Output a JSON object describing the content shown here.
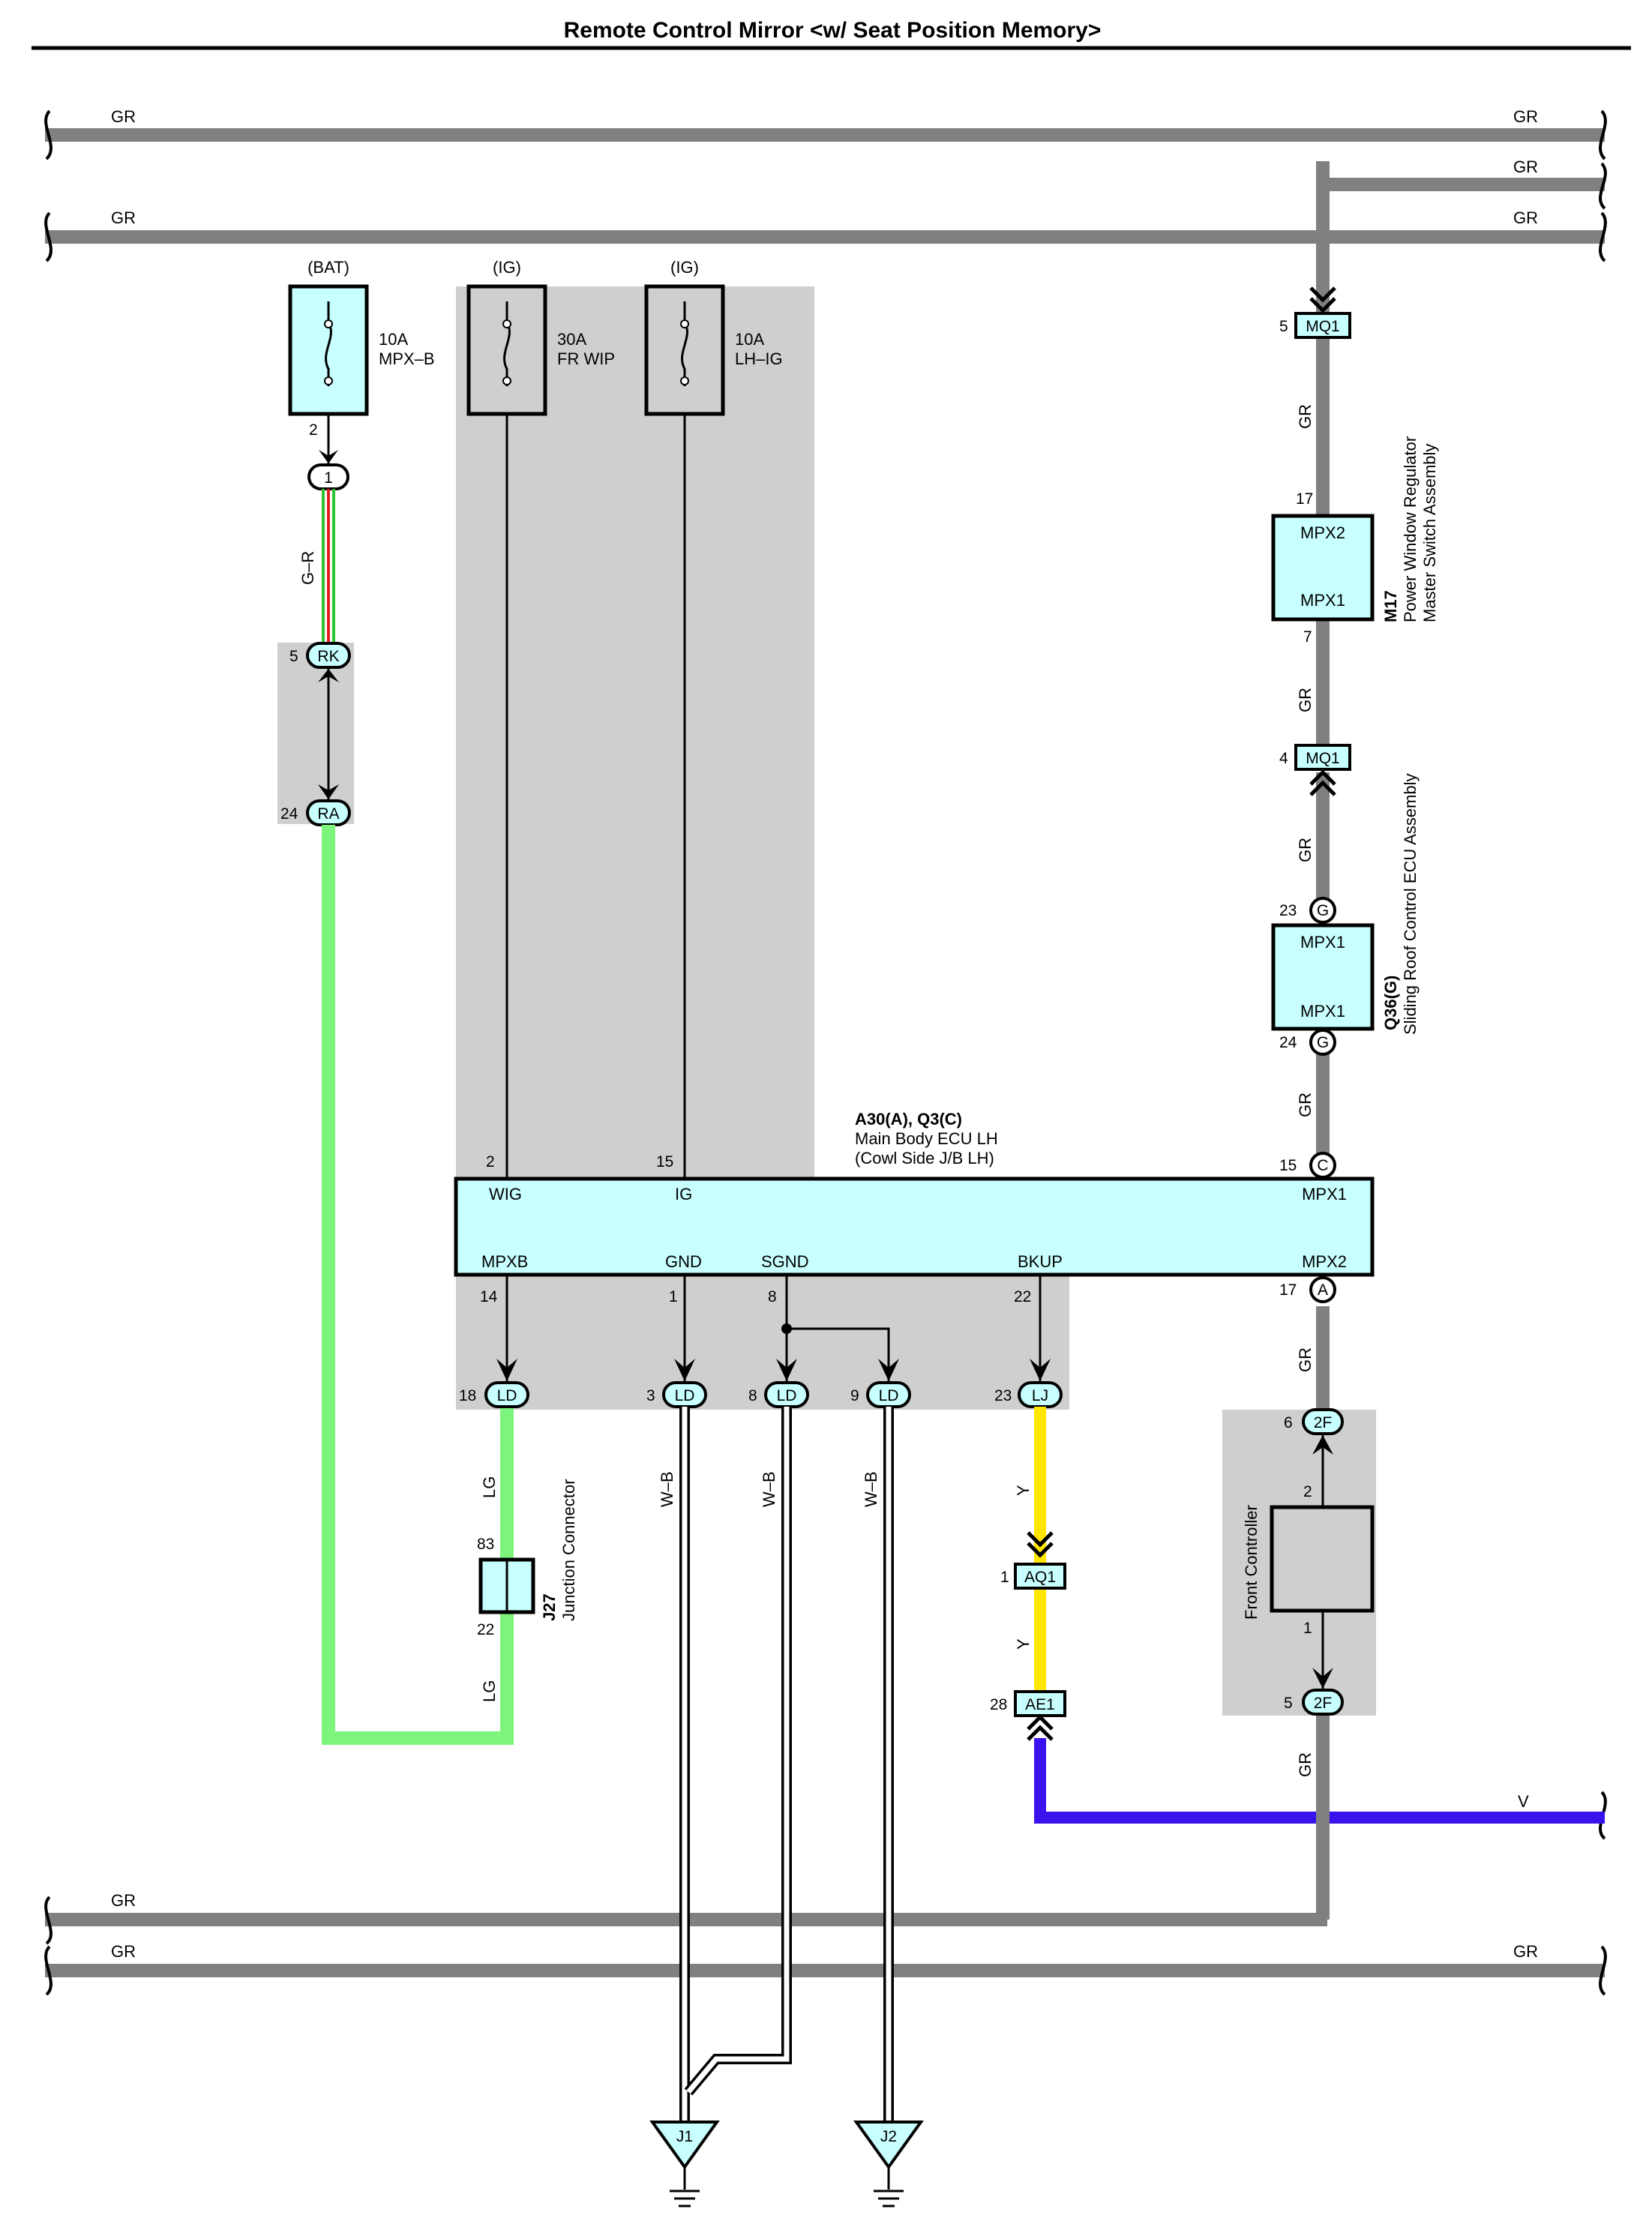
{
  "title": "Remote Control Mirror <w/ Seat Position Memory>",
  "colors": {
    "GR": "#808080",
    "G-R": "#2fc42f",
    "G-R_stripe": "#e02020",
    "LG": "#7df57d",
    "W-B": "#ffffff",
    "Y": "#ffe600",
    "V": "#3a12ee",
    "block_fill": "#c8ffff",
    "shade": "#cfcfcf"
  },
  "bus_labels": {
    "top1_left": "GR",
    "top1_right": "GR",
    "top2_right": "GR",
    "top3_left": "GR",
    "top3_right": "GR",
    "bot1_left": "GR",
    "bot2_left": "GR",
    "bot2_right": "GR",
    "v_right": "V"
  },
  "fuses": [
    {
      "source": "(BAT)",
      "rating": "10A",
      "name": "MPX–B",
      "pin": "2"
    },
    {
      "source": "(IG)",
      "rating": "30A",
      "name": "FR WIP"
    },
    {
      "source": "(IG)",
      "rating": "10A",
      "name": "LH–IG"
    }
  ],
  "connector_1": {
    "label": "1"
  },
  "wire_gr": "G–R",
  "rk": {
    "pin": "5",
    "label": "RK"
  },
  "ra": {
    "pin": "24",
    "label": "RA"
  },
  "ecu": {
    "code": "A30(A), Q3(C)",
    "name": "Main Body ECU LH",
    "sub": "(Cowl Side J/B LH)",
    "pins": {
      "wig": {
        "num": "2",
        "label": "WIG"
      },
      "ig": {
        "num": "15",
        "label": "IG"
      },
      "mpx1": {
        "num": "15",
        "conn": "C",
        "label": "MPX1"
      },
      "mpxb": {
        "num": "14",
        "label": "MPXB"
      },
      "gnd": {
        "num": "1",
        "label": "GND"
      },
      "sgnd": {
        "num": "8",
        "label": "SGND"
      },
      "bkup": {
        "num": "22",
        "label": "BKUP"
      },
      "mpx2": {
        "num": "17",
        "conn": "A",
        "label": "MPX2"
      }
    }
  },
  "ld_connectors": [
    {
      "pin": "18",
      "label": "LD",
      "wire": "LG"
    },
    {
      "pin": "3",
      "label": "LD",
      "wire": "W–B"
    },
    {
      "pin": "8",
      "label": "LD",
      "wire": "W–B"
    },
    {
      "pin": "9",
      "label": "LD",
      "wire": "W–B"
    }
  ],
  "lj": {
    "pin": "23",
    "label": "LJ",
    "wire": "Y"
  },
  "aq1": {
    "pin": "1",
    "label": "AQ1",
    "wire": "Y"
  },
  "ae1": {
    "pin": "28",
    "label": "AE1"
  },
  "junction": {
    "code": "J27",
    "name": "Junction Connector",
    "pin_top": "83",
    "pin_bot": "22",
    "wire_bot": "LG"
  },
  "grounds": [
    "J1",
    "J2"
  ],
  "mq1_top": {
    "pin": "5",
    "label": "MQ1"
  },
  "mq1_bot": {
    "pin": "4",
    "label": "MQ1"
  },
  "m17": {
    "code": "M17",
    "line1": "Power Window Regulator",
    "line2": "Master Switch Assembly",
    "top_pin": "17",
    "top_label": "MPX2",
    "bot_pin": "7",
    "bot_label": "MPX1"
  },
  "q36": {
    "code": "Q36(G)",
    "name": "Sliding Roof Control ECU Assembly",
    "top_pin": "23",
    "top_conn": "G",
    "top_label": "MPX1",
    "bot_pin": "24",
    "bot_conn": "G",
    "bot_label": "MPX1"
  },
  "front_controller": {
    "name": "Front Controller",
    "pin_top": "2",
    "pin_bot": "1"
  },
  "conn_2f_top": {
    "pin": "6",
    "label": "2F"
  },
  "conn_2f_bot": {
    "pin": "5",
    "label": "2F"
  },
  "right_wires": {
    "w1": "GR",
    "w2": "GR",
    "w3": "GR",
    "w4": "GR",
    "w5": "GR",
    "w6": "GR"
  }
}
